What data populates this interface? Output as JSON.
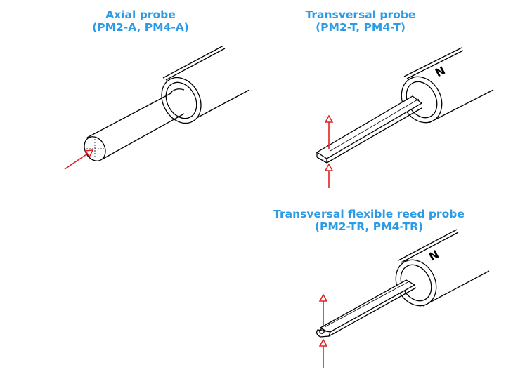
{
  "colors": {
    "accent": "#2b9be6",
    "line": "#000000",
    "arrow": "#e02020"
  },
  "probes": [
    {
      "title": "Axial probe",
      "models": "(PM2-A, PM4-A)"
    },
    {
      "title": "Transversal probe",
      "models": "(PM2-T, PM4-T)",
      "magnet_pole": "N"
    },
    {
      "title": "Transversal flexible reed probe",
      "models": "(PM2-TR, PM4-TR)",
      "magnet_pole": "N"
    }
  ]
}
